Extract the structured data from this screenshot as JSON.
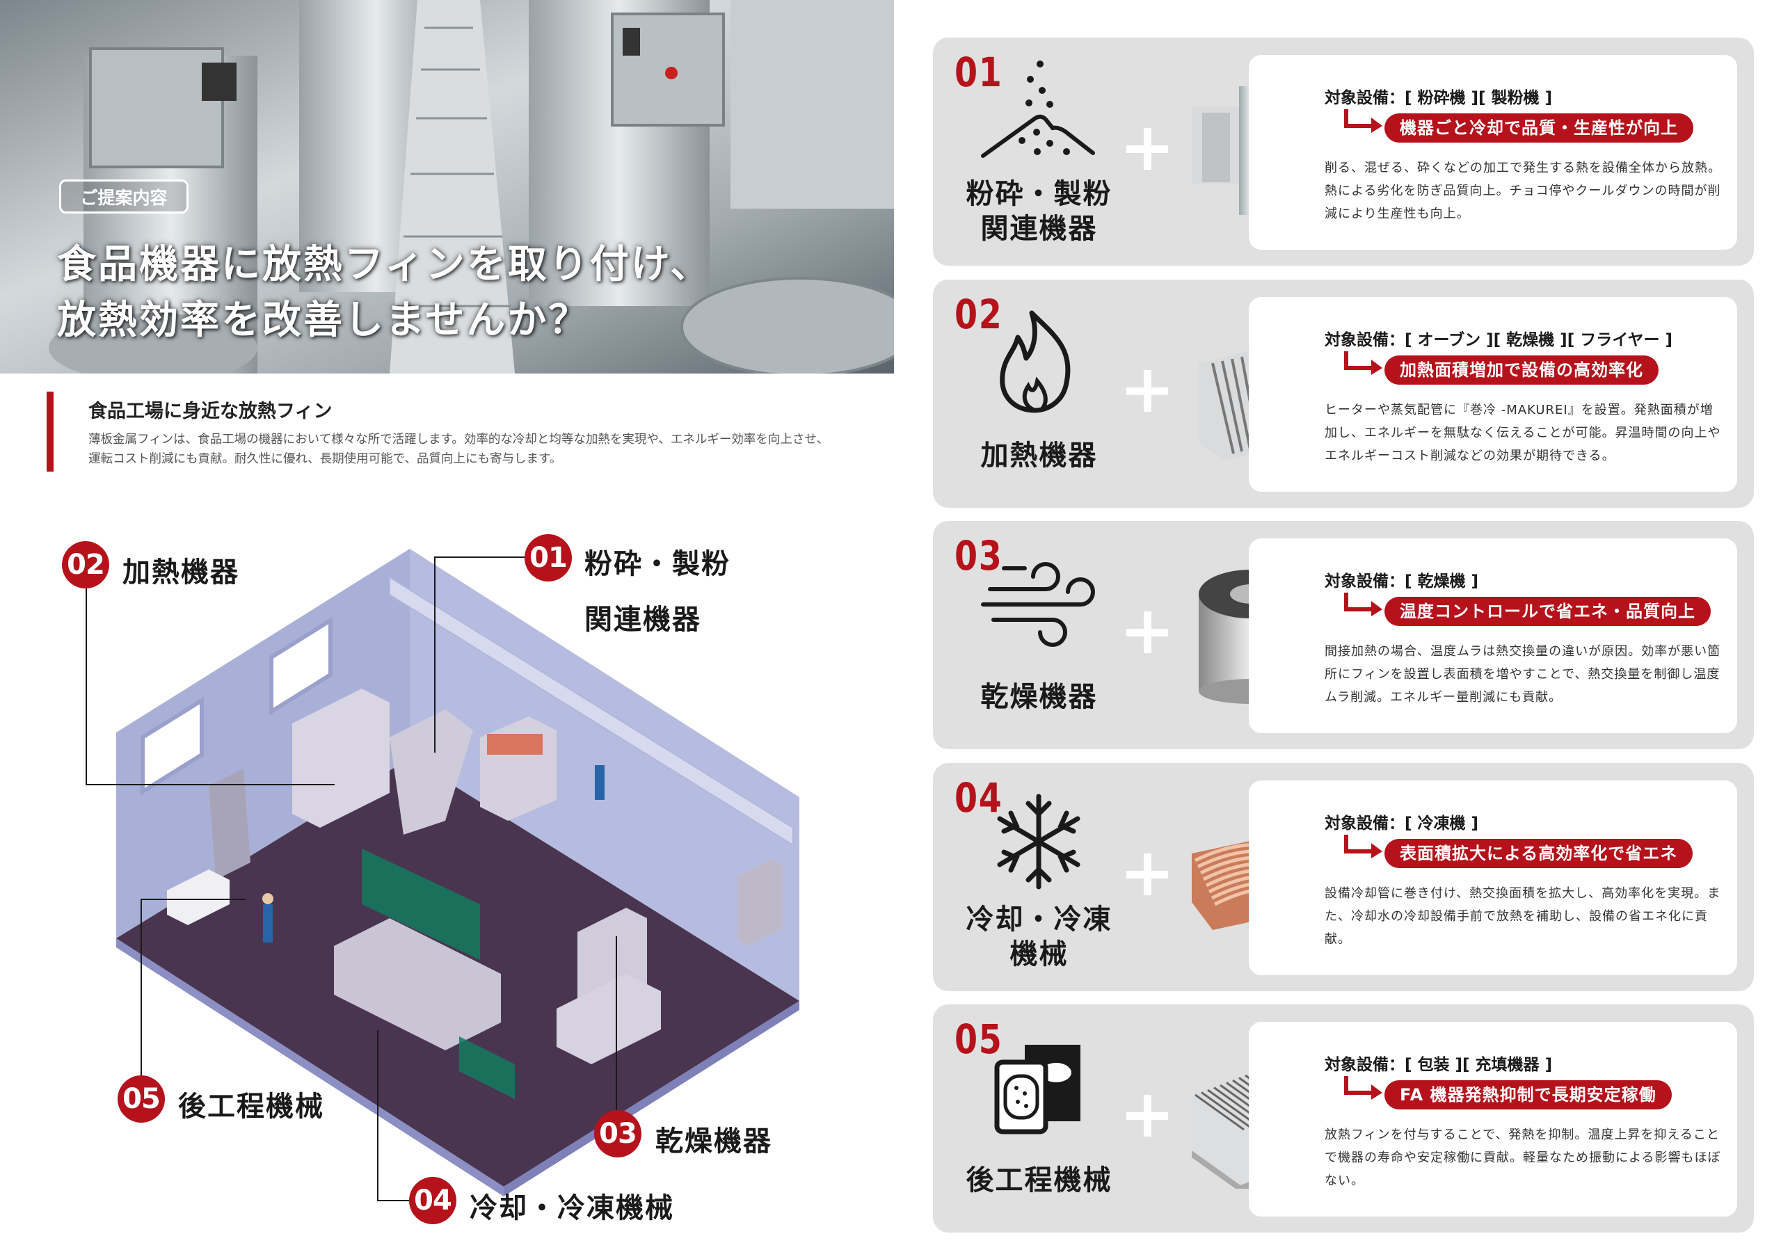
{
  "hero": {
    "badge": "ご提案内容",
    "title_line1": "食品機器に放熱フィンを取り付け、",
    "title_line2": "放熱効率を改善しませんか？"
  },
  "intro": {
    "heading": "食品工場に身近な放熱フィン",
    "body_line1": "薄板金属フィンは、食品工場の機器において様々な所で活躍します。効率的な冷却と均等な加熱を実現や、エネルギー効率を向上させ、",
    "body_line2": "運転コスト削減にも貢献。耐久性に優れ、長期使用可能で、品質向上にも寄与します。"
  },
  "diagram": {
    "labels": [
      {
        "num": "01",
        "text_line1": "粉砕・製粉",
        "text_line2": "関連機器"
      },
      {
        "num": "02",
        "text": "加熱機器"
      },
      {
        "num": "03",
        "text": "乾燥機器"
      },
      {
        "num": "04",
        "text": "冷却・冷凍機械"
      },
      {
        "num": "05",
        "text": "後工程機械"
      }
    ]
  },
  "colors": {
    "accent": "#b5121b",
    "card_bg": "#e0e0e0",
    "wall": "#a9b0d8",
    "floor": "#4a3550"
  },
  "cards": [
    {
      "num": "01",
      "icon": "powder-icon",
      "label": [
        "粉砕・製粉",
        "関連機器"
      ],
      "target": "対象設備：[ 粉砕機 ][ 製粉機 ]",
      "benefit": "機器ごと冷却で品質・生産性が向上",
      "body": "削る、混ぜる、砕くなどの加工で発生する熱を設備全体から放熱。熱による劣化を防ぎ品質向上。チョコ停やクールダウンの時間が削減により生産性も向上。",
      "product": "radial-fin-image"
    },
    {
      "num": "02",
      "icon": "flame-icon",
      "label": [
        "加熱機器"
      ],
      "target": "対象設備：[ オーブン ][ 乾燥機 ][ フライヤー ]",
      "benefit": "加熱面積増加で設備の高効率化",
      "body": "ヒーターや蒸気配管に『巻冷 -MAKUREI』を設置。発熱面積が増加し、エネルギーを無駄なく伝えることが可能。昇温時間の向上やエネルギーコスト削減などの効果が期待できる。",
      "product": "plate-fin-image"
    },
    {
      "num": "03",
      "icon": "wind-icon",
      "label": [
        "乾燥機器"
      ],
      "target": "対象設備：[ 乾燥機 ]",
      "benefit": "温度コントロールで省エネ・品質向上",
      "body": "間接加熱の場合、温度ムラは熱交換量の違いが原因。効率が悪い箇所にフィンを設置し表面積を増やすことで、熱交換量を制御し温度ムラ削減。エネルギー量削減にも貢献。",
      "product": "cylinder-fin-image"
    },
    {
      "num": "04",
      "icon": "snowflake-icon",
      "label": [
        "冷却・冷凍",
        "機械"
      ],
      "target": "対象設備：[ 冷凍機 ]",
      "benefit": "表面積拡大による高効率化で省エネ",
      "body": "設備冷却管に巻き付け、熱交換面積を拡大し、高効率化を実現。また、冷却水の冷却設備手前で放熱を補助し、設備の省エネ化に貢献。",
      "product": "copper-fin-image"
    },
    {
      "num": "05",
      "icon": "package-icon",
      "label": [
        "後工程機械"
      ],
      "target": "対象設備：[ 包装 ][ 充填機器 ]",
      "benefit": "FA 機器発熱抑制で長期安定稼働",
      "body": "放熱フィンを付与することで、発熱を抑制。温度上昇を抑えることで機器の寿命や安定稼働に貢献。軽量なため振動による影響もほぼない。",
      "product": "heatsink-image"
    }
  ]
}
